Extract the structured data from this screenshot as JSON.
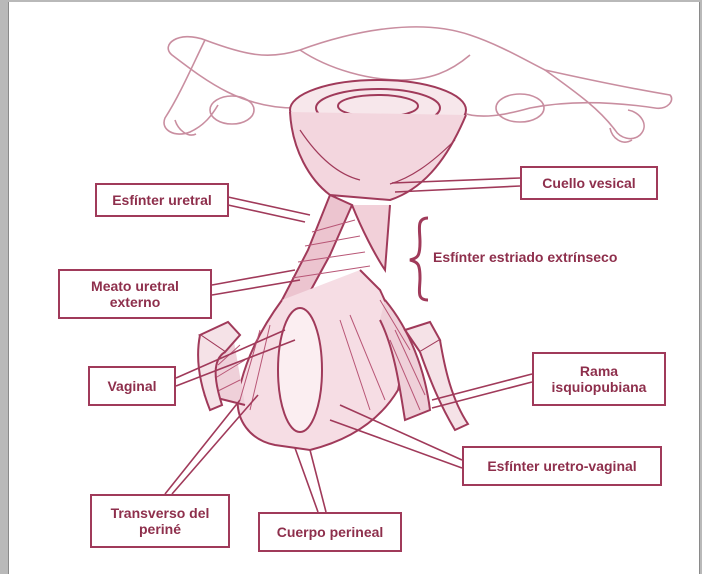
{
  "labels": {
    "esfinter_uretral": "Esfínter uretral",
    "cuello_vesical": "Cuello vesical",
    "esfinter_estriado": "Esfínter estriado extrínseco",
    "meato_uretral": "Meato uretral\nexterno",
    "vaginal": "Vaginal",
    "rama_isquiopubiana": "Rama\nisquiopubiana",
    "esfinter_uretro_vaginal": "Esfínter uretro-vaginal",
    "transverso_perine": "Transverso del\nperiné",
    "cuerpo_perineal": "Cuerpo perineal"
  },
  "colors": {
    "accent": "#a03a5a",
    "text": "#8e2f4c",
    "tissue": "#f4dde3",
    "background": "#b9b9b9"
  }
}
